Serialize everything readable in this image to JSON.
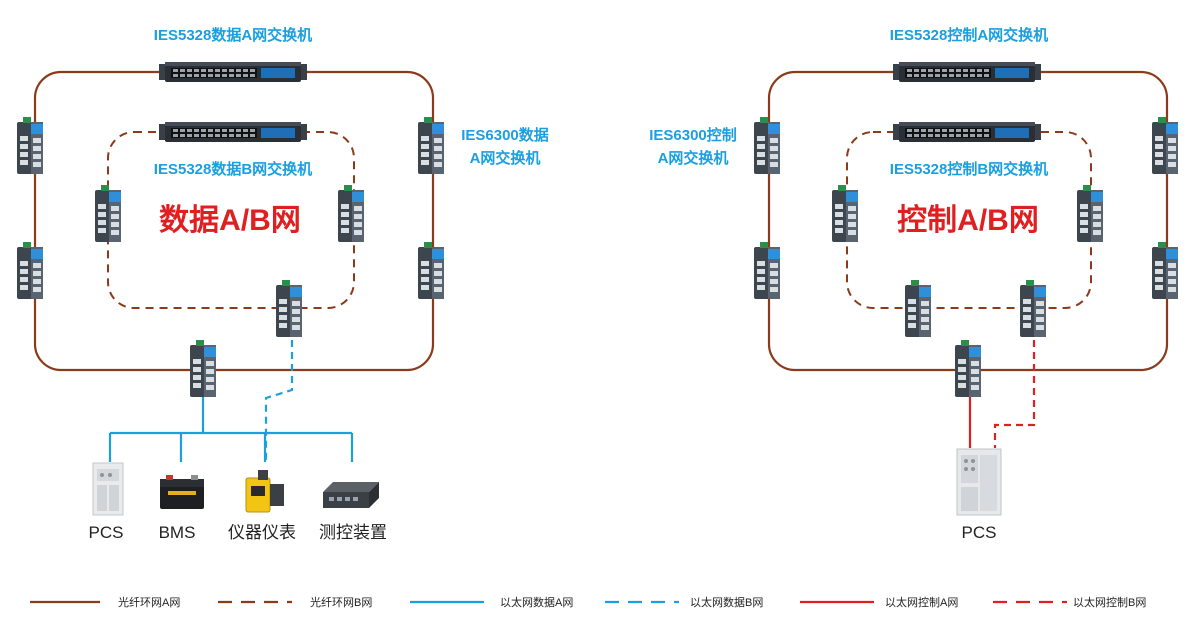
{
  "colors": {
    "fiber_ring": "#8b3a1a",
    "ethernet_data": "#1a9fe0",
    "ethernet_control": "#e02020",
    "label_blue": "#1a9fe0",
    "label_red": "#e02020"
  },
  "left": {
    "switch_a_label": "IES5328数据A网交换机",
    "switch_b_label": "IES5328数据B网交换机",
    "ring_switch_label_line1": "IES6300数据",
    "ring_switch_label_line2": "A网交换机",
    "center_title": "数据A/B网",
    "devices": [
      {
        "label": "PCS",
        "icon": "pcs-cabinet-icon"
      },
      {
        "label": "BMS",
        "icon": "battery-icon"
      },
      {
        "label": "仪器仪表",
        "icon": "instrument-icon"
      },
      {
        "label": "测控装置",
        "icon": "control-device-icon"
      }
    ]
  },
  "right": {
    "switch_a_label": "IES5328控制A网交换机",
    "switch_b_label": "IES5328控制B网交换机",
    "ring_switch_label_line1": "IES6300控制",
    "ring_switch_label_line2": "A网交换机",
    "center_title": "控制A/B网",
    "devices": [
      {
        "label": "PCS",
        "icon": "pcs-cabinet-icon"
      }
    ]
  },
  "legend": [
    {
      "label": "光纤环网A网",
      "style": "solid",
      "color": "#8b3a1a"
    },
    {
      "label": "光纤环网B网",
      "style": "dashed",
      "color": "#8b3a1a"
    },
    {
      "label": "以太网数据A网",
      "style": "solid",
      "color": "#1a9fe0"
    },
    {
      "label": "以太网数据B网",
      "style": "dashed",
      "color": "#1a9fe0"
    },
    {
      "label": "以太网控制A网",
      "style": "solid",
      "color": "#e02020"
    },
    {
      "label": "以太网控制B网",
      "style": "dashed",
      "color": "#e02020"
    }
  ]
}
